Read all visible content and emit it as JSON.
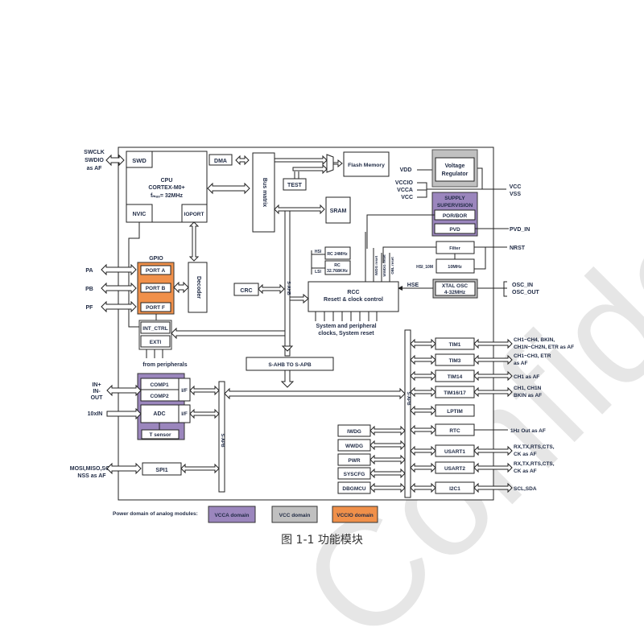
{
  "watermark": "Confidential",
  "caption": "图 1-1 功能模块",
  "colors": {
    "vcca": "#9b86bd",
    "vcc": "#c0c0c0",
    "vccio": "#f0904a",
    "text": "#1f2a44"
  },
  "left_pins": {
    "swd": [
      "SWCLK",
      "SWDIO",
      "as AF"
    ],
    "pa": "PA",
    "pb": "PB",
    "pf": "PF",
    "comp": [
      "IN+",
      "IN-",
      "OUT"
    ],
    "adc": "10xIN",
    "spi": [
      "MOSI,MISO,SCK",
      "NSS as AF"
    ]
  },
  "cpu": {
    "swd": "SWD",
    "title": "CPU",
    "core": "CORTEX-M0+",
    "freq": "fₘₐₓ= 32MHz",
    "nvic": "NVIC",
    "ioport": "IOPORT"
  },
  "blocks": {
    "dma": "DMA",
    "bus_matrix": "Bus matrix",
    "test": "TEST",
    "flash": "Flash Memory",
    "sram": "SRAM",
    "decoder": "Decoder",
    "crc": "CRC",
    "gpio": "GPIO",
    "port_a": "PORT A",
    "port_b": "PORT B",
    "port_f": "PORT F",
    "int_ctrl": "INT_CTRL",
    "exti": "EXTI",
    "from_peripherals": "from peripherals",
    "s_ahb": "S-AHB",
    "ahb_to_apb": "S-AHB TO S-APB",
    "s_apb": "S-APB",
    "comp1": "COMP1",
    "comp2": "COMP2",
    "if": "I/F",
    "adc": "ADC",
    "tsensor": "T sensor",
    "spi1": "SPI1"
  },
  "rcc": {
    "title": "RCC",
    "subtitle": "Reset! & clock control",
    "hsi": "HSI",
    "lsi": "LSI",
    "rc24": "RC 24MHz",
    "rc32_1": "RC",
    "rc32_2": "32.768KHz",
    "resets": [
      "IWDG reset",
      "WWDG reset",
      "OBL reset"
    ],
    "outputs": [
      "System and peripheral",
      "clocks, System reset"
    ],
    "hse": "HSE"
  },
  "power": {
    "vdd": "VDD",
    "regulator": [
      "Voltage",
      "Regulator"
    ],
    "vccio": "VCCIO",
    "vcca": "VCCA",
    "vcc": "VCC",
    "vcc_out": "VCC",
    "vss_out": "VSS",
    "supervision": [
      "SUPPLY",
      "SUPERVISION"
    ],
    "por_bor": "POR/BOR",
    "pvd": "PVD",
    "pvd_in": "PVD_IN",
    "filter": "Filter",
    "nrst": "NRST",
    "hsi10m": "HSI_10M",
    "osc10": "10MHz",
    "xtal": [
      "XTAL OSC",
      "4-32MHz"
    ],
    "osc_in": "OSC_IN",
    "osc_out": "OSC_OUT"
  },
  "apb_left": [
    "IWDG",
    "WWDG",
    "PWR",
    "SYSCFG",
    "DBGMCU"
  ],
  "apb_right": [
    {
      "name": "TIM1",
      "pins": [
        "CH1~CH4, BKIN,",
        "CH1N~CH2N, ETR  as AF"
      ]
    },
    {
      "name": "TIM3",
      "pins": [
        "CH1~CH3, ETR",
        "as AF"
      ]
    },
    {
      "name": "TIM14",
      "pins": [
        "CH1 as AF"
      ]
    },
    {
      "name": "TIM16/17",
      "pins": [
        "CH1, CH1N",
        "BKIN as AF"
      ]
    },
    {
      "name": "LPTIM",
      "pins": []
    },
    {
      "name": "RTC",
      "pins": [
        "1Hz Out as AF"
      ]
    },
    {
      "name": "USART1",
      "pins": [
        "RX,TX,RTS,CTS,",
        "CK as AF"
      ]
    },
    {
      "name": "USART2",
      "pins": [
        "RX,TX,RTS,CTS,",
        "CK as AF"
      ]
    },
    {
      "name": "I2C1",
      "pins": [
        "SCL,SDA"
      ]
    }
  ],
  "legend": {
    "label": "Power domain of analog modules:",
    "items": [
      "VCCA domain",
      "VCC domain",
      "VCCIO domain"
    ]
  }
}
